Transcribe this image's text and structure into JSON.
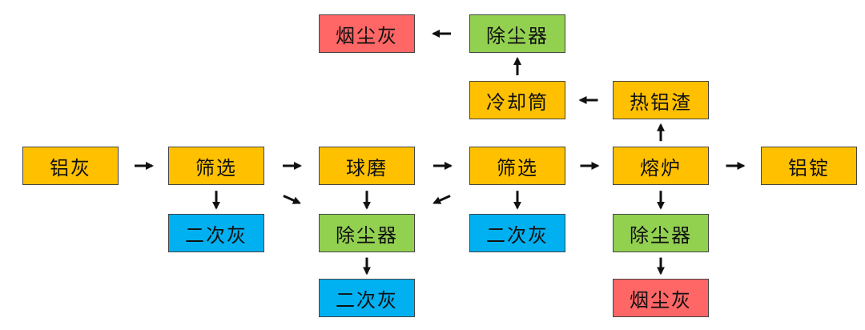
{
  "colors": {
    "orange": "#FFC000",
    "green": "#92D050",
    "blue": "#00B0F0",
    "red": "#FF6666",
    "arrow": "#111111"
  },
  "nodes": {
    "lv_hui": {
      "label": "铝灰",
      "color": "orange"
    },
    "shai_xuan_1": {
      "label": "筛选",
      "color": "orange"
    },
    "qiu_mo": {
      "label": "球磨",
      "color": "orange"
    },
    "shai_xuan_2": {
      "label": "筛选",
      "color": "orange"
    },
    "rong_lu": {
      "label": "熔炉",
      "color": "orange"
    },
    "lv_ding": {
      "label": "铝锭",
      "color": "orange"
    },
    "re_lv_zha": {
      "label": "热铝渣",
      "color": "orange"
    },
    "leng_que_tong": {
      "label": "冷却筒",
      "color": "orange"
    },
    "chu_chen_qi_top": {
      "label": "除尘器",
      "color": "green"
    },
    "yan_chen_hui_top": {
      "label": "烟尘灰",
      "color": "red"
    },
    "er_ci_hui_1": {
      "label": "二次灰",
      "color": "blue"
    },
    "chu_chen_qi_mid": {
      "label": "除尘器",
      "color": "green"
    },
    "er_ci_hui_mid": {
      "label": "二次灰",
      "color": "blue"
    },
    "er_ci_hui_2": {
      "label": "二次灰",
      "color": "blue"
    },
    "chu_chen_qi_right": {
      "label": "除尘器",
      "color": "green"
    },
    "yan_chen_hui_bottom": {
      "label": "烟尘灰",
      "color": "red"
    }
  },
  "edges": [
    [
      "lv_hui",
      "shai_xuan_1"
    ],
    [
      "shai_xuan_1",
      "qiu_mo"
    ],
    [
      "qiu_mo",
      "shai_xuan_2"
    ],
    [
      "shai_xuan_2",
      "rong_lu"
    ],
    [
      "rong_lu",
      "lv_ding"
    ],
    [
      "rong_lu",
      "re_lv_zha"
    ],
    [
      "re_lv_zha",
      "leng_que_tong"
    ],
    [
      "leng_que_tong",
      "chu_chen_qi_top"
    ],
    [
      "chu_chen_qi_top",
      "yan_chen_hui_top"
    ],
    [
      "shai_xuan_1",
      "er_ci_hui_1"
    ],
    [
      "shai_xuan_1",
      "chu_chen_qi_mid"
    ],
    [
      "qiu_mo",
      "chu_chen_qi_mid"
    ],
    [
      "shai_xuan_2",
      "chu_chen_qi_mid"
    ],
    [
      "chu_chen_qi_mid",
      "er_ci_hui_mid"
    ],
    [
      "shai_xuan_2",
      "er_ci_hui_2"
    ],
    [
      "rong_lu",
      "chu_chen_qi_right"
    ],
    [
      "chu_chen_qi_right",
      "yan_chen_hui_bottom"
    ]
  ]
}
